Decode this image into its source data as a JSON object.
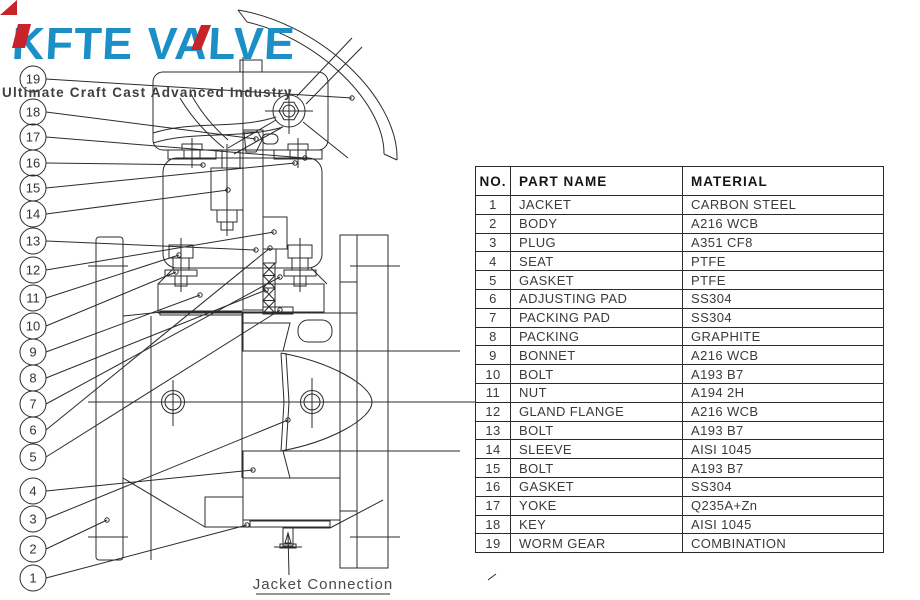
{
  "logo": {
    "brand": "KFTE VALVE",
    "tagline": "Ultimate Craft Cast Advanced Industry",
    "brand_color": "#1b8fc6",
    "accent_color": "#c8232b"
  },
  "drawing": {
    "bottom_label": "Jacket Connection",
    "callouts": [
      "1",
      "2",
      "3",
      "4",
      "5",
      "6",
      "7",
      "8",
      "9",
      "10",
      "11",
      "12",
      "13",
      "14",
      "15",
      "16",
      "17",
      "18",
      "19"
    ]
  },
  "table": {
    "headers": [
      "NO.",
      "PART NAME",
      "MATERIAL"
    ],
    "rows": [
      {
        "no": "1",
        "part": "JACKET",
        "material": "CARBON STEEL"
      },
      {
        "no": "2",
        "part": "BODY",
        "material": "A216 WCB"
      },
      {
        "no": "3",
        "part": "PLUG",
        "material": "A351 CF8"
      },
      {
        "no": "4",
        "part": "SEAT",
        "material": "PTFE"
      },
      {
        "no": "5",
        "part": "GASKET",
        "material": "PTFE"
      },
      {
        "no": "6",
        "part": "ADJUSTING PAD",
        "material": "SS304"
      },
      {
        "no": "7",
        "part": "PACKING PAD",
        "material": "SS304"
      },
      {
        "no": "8",
        "part": "PACKING",
        "material": "GRAPHITE"
      },
      {
        "no": "9",
        "part": "BONNET",
        "material": "A216 WCB"
      },
      {
        "no": "10",
        "part": "BOLT",
        "material": "A193 B7"
      },
      {
        "no": "11",
        "part": "NUT",
        "material": "A194 2H"
      },
      {
        "no": "12",
        "part": "GLAND FLANGE",
        "material": "A216 WCB"
      },
      {
        "no": "13",
        "part": "BOLT",
        "material": "A193 B7"
      },
      {
        "no": "14",
        "part": "SLEEVE",
        "material": "AISI 1045"
      },
      {
        "no": "15",
        "part": "BOLT",
        "material": "A193 B7"
      },
      {
        "no": "16",
        "part": "GASKET",
        "material": "SS304"
      },
      {
        "no": "17",
        "part": "YOKE",
        "material": "Q235A+Zn"
      },
      {
        "no": "18",
        "part": "KEY",
        "material": "AISI 1045"
      },
      {
        "no": "19",
        "part": "WORM GEAR",
        "material": "COMBINATION"
      }
    ]
  }
}
